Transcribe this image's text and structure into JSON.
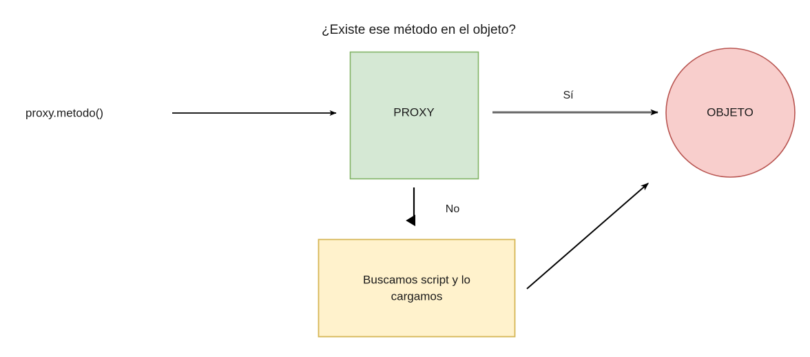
{
  "diagram": {
    "title": "¿Existe ese método en el objeto?",
    "source_call": "proxy.metodo()",
    "nodes": [
      {
        "id": "proxy",
        "label": "PROXY",
        "shape": "rectangle",
        "fill": "#d5e8d4",
        "stroke": "#82b366"
      },
      {
        "id": "objeto",
        "label": "OBJETO",
        "shape": "ellipse",
        "fill": "#f8cecc",
        "stroke": "#b85450"
      },
      {
        "id": "script",
        "label_line1": "Buscamos script y lo",
        "label_line2": "cargamos",
        "shape": "rectangle",
        "fill": "#fff2cc",
        "stroke": "#d6b656"
      }
    ],
    "edges": [
      {
        "id": "call-to-proxy",
        "label": "",
        "color": "#000000"
      },
      {
        "id": "proxy-to-objeto",
        "label": "Sí",
        "color": "#666666"
      },
      {
        "id": "proxy-to-script",
        "label": "No",
        "color": "#000000"
      },
      {
        "id": "script-to-objeto",
        "label": "",
        "color": "#000000"
      }
    ]
  }
}
